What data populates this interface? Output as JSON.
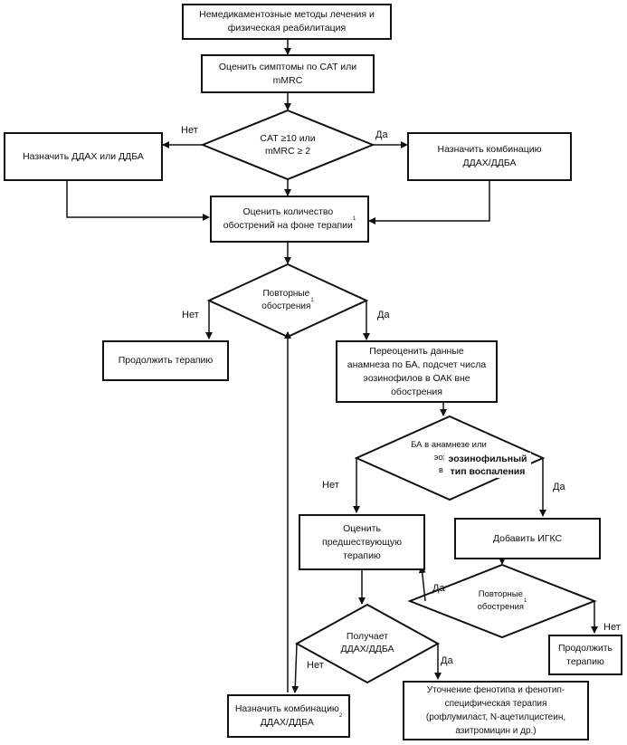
{
  "boxes": {
    "nonpharm": "Немедикаментозные методы лечения и\nфизическая реабилитация",
    "assess_symptoms": "Оценить симптомы по CAT или\nmMRC",
    "lama_or_laba": "Назначить ДДАХ или ДДБА",
    "combo_top": "Назначить комбинацию\nДДАХ/ДДБА",
    "assess_exac": "Оценить количество\nобострений на фоне терапии",
    "continue_left": "Продолжить терапию",
    "reassess_asthma": "Переоценить данные\nанамнеза по БА, подсчет числа\nэозинофилов в ОАК вне\nобострения",
    "assess_prev": "Оценить\nпредшествующую\nтерапию",
    "add_ics": "Добавить ИГКС",
    "continue_right": "Продолжить\nтерапию",
    "combo_bottom": "Назначить комбинацию\nДДАХ/ДДБА",
    "phenotype": "Уточнение фенотипа и фенотип-\nспецифическая терапия\n(рофлумиласт, N-ацетилцистеин,\nазитромицин и др.)"
  },
  "diamonds": {
    "cat_mmrc": "CAT ≥10 или\nmMRC ≥ 2",
    "repeat_exac_1": "Повторные\nобострения",
    "asthma_eos": "БА в анамнезе или\nэозин...\nв м...",
    "repeat_exac_2": "Повторные\nобострения",
    "receives": "Получает\nДДАХ/ДДБА"
  },
  "superscripts": {
    "exac_note": "1",
    "repeat1_note": "1",
    "repeat2_note": "1",
    "combo_note": "2"
  },
  "overlay_text": "эозинофильный\nтип воспаления",
  "labels": {
    "no": "Нет",
    "yes": "Да"
  }
}
